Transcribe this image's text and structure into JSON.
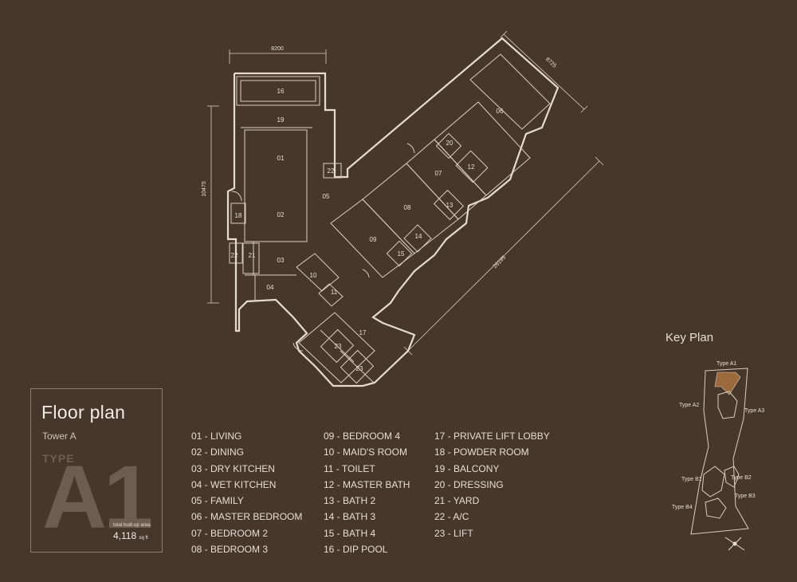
{
  "plan": {
    "dimensions": {
      "width": "8200",
      "height": "10475",
      "diag_short": "8725",
      "diag_long": "26195"
    },
    "rooms": [
      "01",
      "02",
      "03",
      "04",
      "05",
      "06",
      "07",
      "08",
      "09",
      "10",
      "11",
      "12",
      "13",
      "14",
      "15",
      "16",
      "17",
      "18",
      "19",
      "20",
      "21",
      "22",
      "22",
      "23",
      "23"
    ]
  },
  "title_box": {
    "title": "Floor plan",
    "tower": "Tower A",
    "type_label": "TYPE",
    "type_code": "A1",
    "area_label": "total built-up area:",
    "area_value": "4,118",
    "area_unit": "sq ft"
  },
  "legend": {
    "col1": [
      "01 - LIVING",
      "02 - DINING",
      "03 - DRY KITCHEN",
      "04 - WET KITCHEN",
      "05 - FAMILY",
      "06 - MASTER BEDROOM",
      "07 - BEDROOM 2",
      "08 - BEDROOM 3"
    ],
    "col2": [
      "09 - BEDROOM 4",
      "10 - MAID'S ROOM",
      "11 - TOILET",
      "12 - MASTER BATH",
      "13 - BATH 2",
      "14 - BATH 3",
      "15 - BATH 4",
      "16 - DIP POOL"
    ],
    "col3": [
      "17 - PRIVATE LIFT LOBBY",
      "18 - POWDER ROOM",
      "19 - BALCONY",
      "20 - DRESSING",
      "21 - YARD",
      "22 - A/C",
      "23 - LIFT"
    ]
  },
  "key_plan": {
    "title": "Key Plan",
    "labels": [
      "Type A1",
      "Type A2",
      "Type A3",
      "Type B1",
      "Type B2",
      "Type B3",
      "Type B4"
    ],
    "highlight_color": "#9a6a3c"
  }
}
